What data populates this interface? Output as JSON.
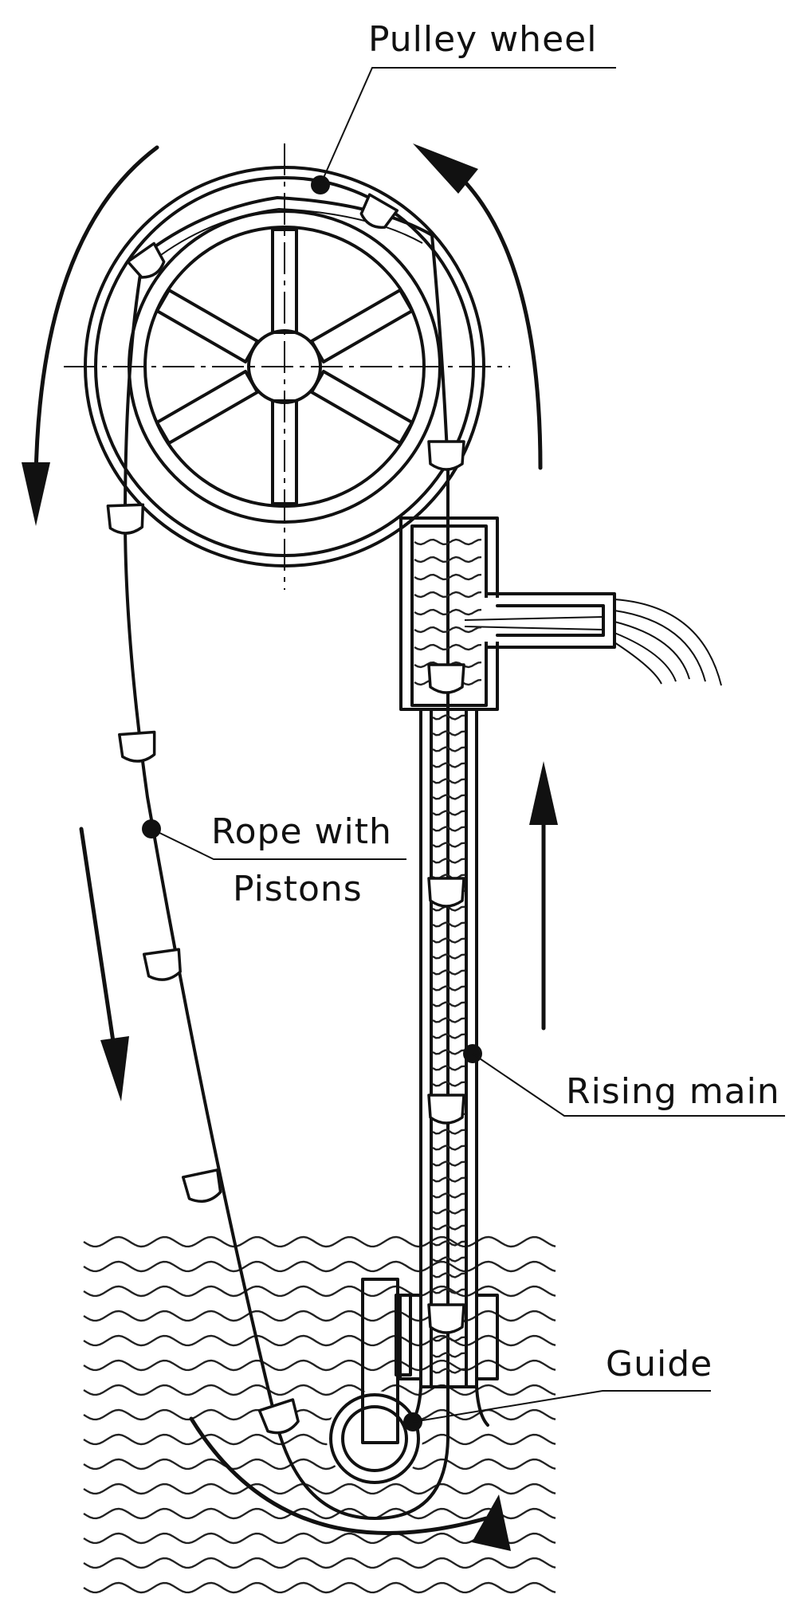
{
  "labels": {
    "pulley_wheel": "Pulley wheel",
    "rope_line1": "Rope with",
    "rope_line2": "Pistons",
    "rising_main": "Rising main",
    "guide": "Guide"
  }
}
